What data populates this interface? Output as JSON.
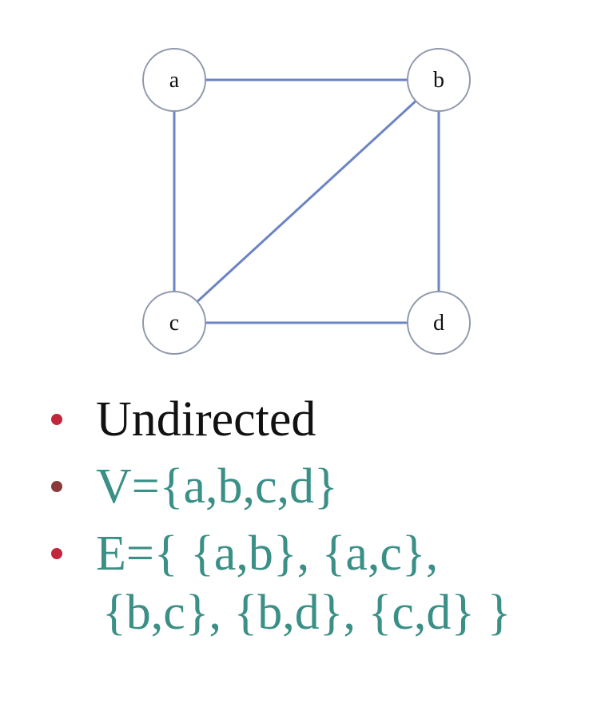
{
  "graph": {
    "nodes": [
      {
        "id": "a",
        "label": "a"
      },
      {
        "id": "b",
        "label": "b"
      },
      {
        "id": "c",
        "label": "c"
      },
      {
        "id": "d",
        "label": "d"
      }
    ],
    "edges": [
      {
        "from": "a",
        "to": "b"
      },
      {
        "from": "a",
        "to": "c"
      },
      {
        "from": "b",
        "to": "c"
      },
      {
        "from": "b",
        "to": "d"
      },
      {
        "from": "c",
        "to": "d"
      }
    ],
    "edge_color": "#6c83c4",
    "node_stroke_color": "#8f98ac"
  },
  "bullets": {
    "item1": "Undirected",
    "item2": "V={a,b,c,d}",
    "item3_line1": "E={ {a,b}, {a,c},",
    "item3_line2": "{b,c}, {b,d}, {c,d} }"
  },
  "colors": {
    "bullet_text_dark": "#111111",
    "bullet_text_teal": "#3a8f86",
    "bullet_dot_red": "#c2263a",
    "bullet_dot_brown": "#8a3a3a"
  }
}
